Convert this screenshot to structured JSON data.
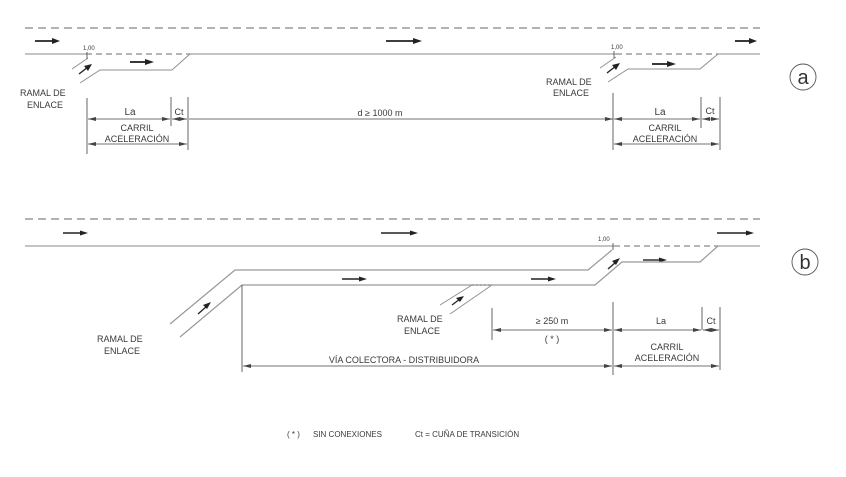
{
  "diagram": {
    "panel_a": {
      "label": "a",
      "ramp_left_label_line1": "RAMAL DE",
      "ramp_left_label_line2": "ENLACE",
      "ramp_right_label_line1": "RAMAL DE",
      "ramp_right_label_line2": "ENLACE",
      "offset_left": "1,00",
      "offset_right": "1,00",
      "la_left": "La",
      "ct_left": "Ct",
      "lane_left_line1": "CARRIL",
      "lane_left_line2": "ACELERACIÓN",
      "distance": "d ≥ 1000 m",
      "la_right": "La",
      "ct_right": "Ct",
      "lane_right_line1": "CARRIL",
      "lane_right_line2": "ACELERACIÓN"
    },
    "panel_b": {
      "label": "b",
      "ramp_left_label_line1": "RAMAL DE",
      "ramp_left_label_line2": "ENLACE",
      "ramp_mid_label_line1": "RAMAL DE",
      "ramp_mid_label_line2": "ENLACE",
      "offset": "1,00",
      "min_distance": "≥ 250 m",
      "min_distance_note": "( * )",
      "collector_label": "VÍA COLECTORA -  DISTRIBUIDORA",
      "la": "La",
      "ct": "Ct",
      "lane_line1": "CARRIL",
      "lane_line2": "ACELERACIÓN"
    },
    "legend": {
      "note_marker": "( * )",
      "note_text": "SIN CONEXIONES",
      "ct_def": "Ct =  CUÑA DE TRANSICIÓN"
    }
  }
}
